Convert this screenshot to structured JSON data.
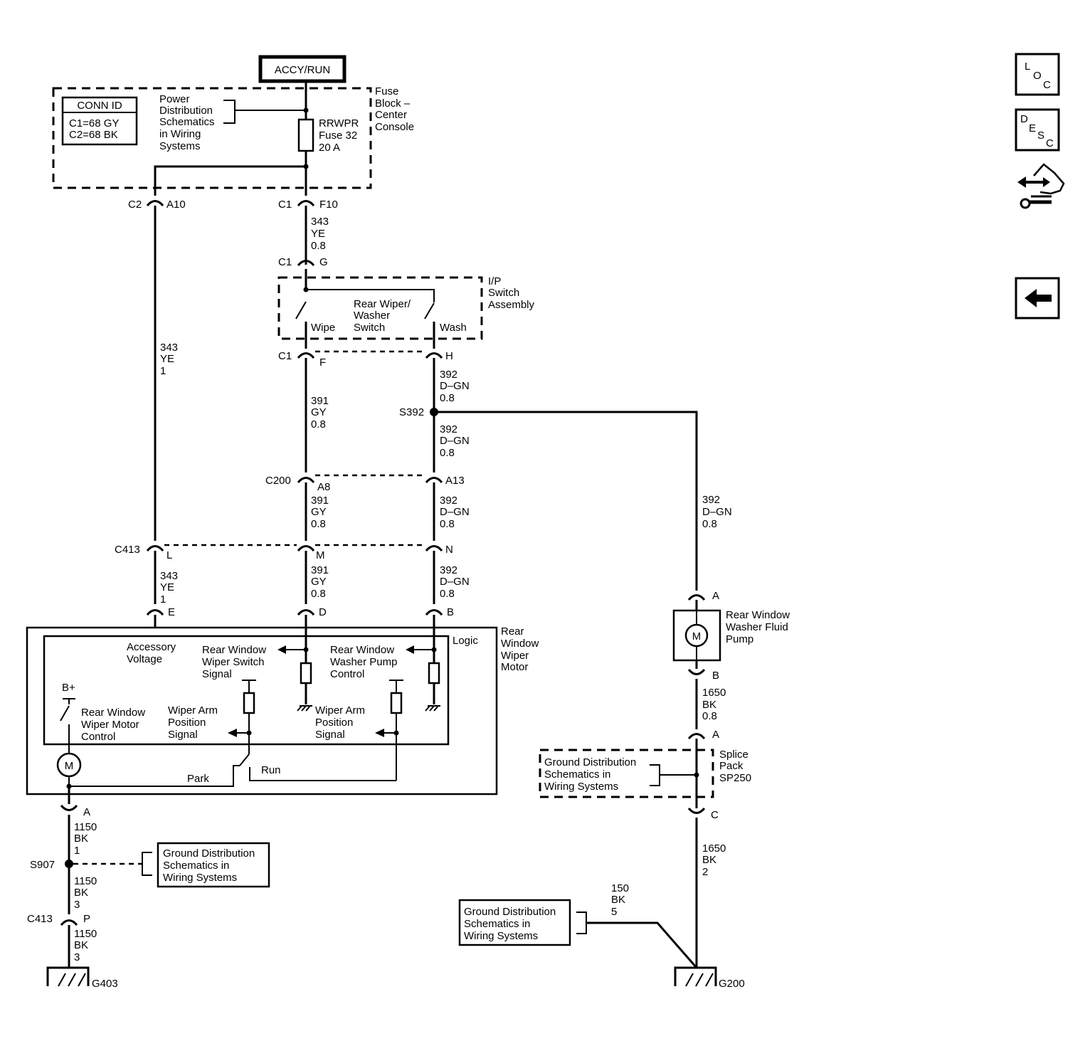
{
  "power": {
    "source": "ACCY/RUN"
  },
  "fuse_block": {
    "name_lines": [
      "Fuse",
      "Block –",
      "Center",
      "Console"
    ],
    "conn_id_title": "CONN ID",
    "conn_ids": [
      "C1=68 GY",
      "C2=68 BK"
    ],
    "ref_lines": [
      "Power",
      "Distribution",
      "Schematics",
      "in Wiring",
      "Systems"
    ],
    "fuse_lines": [
      "RRWPR",
      "Fuse 32",
      "20 A"
    ]
  },
  "connectors": {
    "c2_a10": {
      "conn": "C2",
      "pin": "A10"
    },
    "c1_f10": {
      "conn": "C1",
      "pin": "F10"
    },
    "c1_g": {
      "conn": "C1",
      "pin": "G"
    },
    "c1_f": {
      "conn": "C1",
      "pin": "F"
    },
    "h": {
      "pin": "H"
    },
    "c200_a8": {
      "conn": "C200",
      "pin": "A8"
    },
    "a13": {
      "pin": "A13"
    },
    "c413_l": {
      "conn": "C413",
      "pin": "L"
    },
    "m": {
      "pin": "M"
    },
    "n": {
      "pin": "N"
    },
    "e": {
      "pin": "E"
    },
    "d": {
      "pin": "D"
    },
    "b": {
      "pin": "B"
    },
    "motor_a": {
      "pin": "A"
    },
    "c413_p": {
      "conn": "C413",
      "pin": "P"
    },
    "pump_a": {
      "pin": "A"
    },
    "pump_b": {
      "pin": "B"
    },
    "splice_a": {
      "pin": "A"
    },
    "splice_c": {
      "pin": "C"
    }
  },
  "wires": {
    "w343_yellow_08": [
      "343",
      "YE",
      "0.8"
    ],
    "w343_yellow_1_top": [
      "343",
      "YE",
      "1"
    ],
    "w343_yellow_1_bottom": [
      "343",
      "YE",
      "1"
    ],
    "w391_c1": [
      "391",
      "GY",
      "0.8"
    ],
    "w391_c200": [
      "391",
      "GY",
      "0.8"
    ],
    "w391_c413": [
      "391",
      "GY",
      "0.8"
    ],
    "w392_h": [
      "392",
      "D–GN",
      "0.8"
    ],
    "w392_s392": [
      "392",
      "D–GN",
      "0.8"
    ],
    "w392_c200": [
      "392",
      "D–GN",
      "0.8"
    ],
    "w392_c413": [
      "392",
      "D–GN",
      "0.8"
    ],
    "w392_pump": [
      "392",
      "D–GN",
      "0.8"
    ],
    "w1650_08": [
      "1650",
      "BK",
      "0.8"
    ],
    "w1650_2": [
      "1650",
      "BK",
      "2"
    ],
    "w150_5": [
      "150",
      "BK",
      "5"
    ],
    "w1150_1": [
      "1150",
      "BK",
      "1"
    ],
    "w1150_3a": [
      "1150",
      "BK",
      "3"
    ],
    "w1150_3b": [
      "1150",
      "BK",
      "3"
    ]
  },
  "splices": {
    "s392": "S392",
    "s907": "S907"
  },
  "switch_assembly": {
    "name_lines": [
      "I/P",
      "Switch",
      "Assembly"
    ],
    "switch_lines": [
      "Rear Wiper/",
      "Washer",
      "Switch"
    ],
    "wipe": "Wipe",
    "wash": "Wash"
  },
  "motor": {
    "name_lines": [
      "Rear",
      "Window",
      "Wiper",
      "Motor"
    ],
    "logic": "Logic",
    "accessory_lines": [
      "Accessory",
      "Voltage"
    ],
    "wiper_switch_signal_lines": [
      "Rear Window",
      "Wiper Switch",
      "Signal"
    ],
    "washer_pump_control_lines": [
      "Rear Window",
      "Washer Pump",
      "Control"
    ],
    "b_plus": "B+",
    "motor_control_lines": [
      "Rear Window",
      "Wiper Motor",
      "Control"
    ],
    "arm_position_1_lines": [
      "Wiper Arm",
      "Position",
      "Signal"
    ],
    "arm_position_2_lines": [
      "Wiper Arm",
      "Position",
      "Signal"
    ],
    "motor_symbol": "M",
    "park": "Park",
    "run": "Run"
  },
  "pump": {
    "name_lines": [
      "Rear Window",
      "Washer Fluid",
      "Pump"
    ],
    "motor_symbol": "M"
  },
  "splice_pack": {
    "name_lines": [
      "Splice",
      "Pack",
      "SP250"
    ],
    "ground_ref_lines": [
      "Ground Distribution",
      "Schematics in",
      "Wiring Systems"
    ]
  },
  "grounds": {
    "g403": "G403",
    "g200": "G200",
    "ref_left_lines": [
      "Ground Distribution",
      "Schematics in",
      "Wiring Systems"
    ],
    "ref_right_lines": [
      "Ground Distribution",
      "Schematics in",
      "Wiring Systems"
    ]
  },
  "nav": {
    "loc": [
      "L",
      "O",
      "C"
    ],
    "desc": [
      "D",
      "E",
      "S",
      "C"
    ]
  }
}
